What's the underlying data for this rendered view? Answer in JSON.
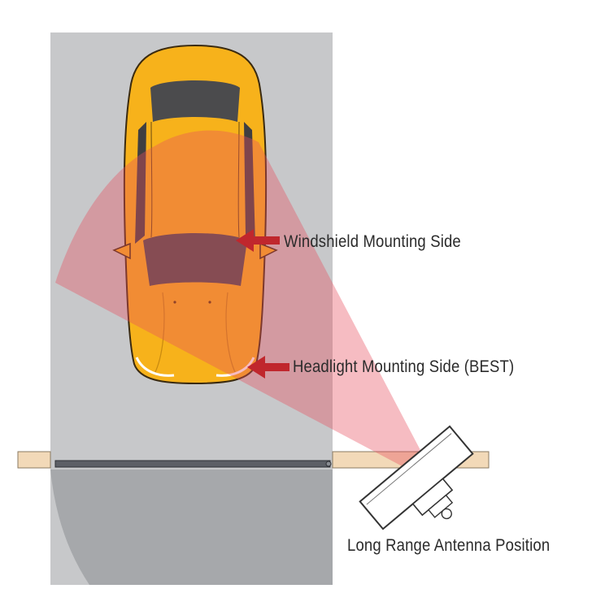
{
  "labels": {
    "windshield": "Windshield Mounting Side",
    "headlight": "Headlight Mounting Side (BEST)",
    "antenna": "Long Range Antenna Position"
  },
  "colors": {
    "lane": "#c7c8ca",
    "exit_shade": "#a6a8ab",
    "coverage_beam": "#f2a3ab",
    "car_body": "#f7b21b",
    "car_outline": "#3a2a10",
    "window_tint": "#4b4b4d",
    "arrow": "#c0272d",
    "gate_arm": "#5c5f66",
    "gate_post": "#f2d9b8"
  },
  "icons": {
    "car": "car-top-view",
    "antenna": "antenna-reader-icon",
    "arrow": "left-arrow-icon"
  }
}
